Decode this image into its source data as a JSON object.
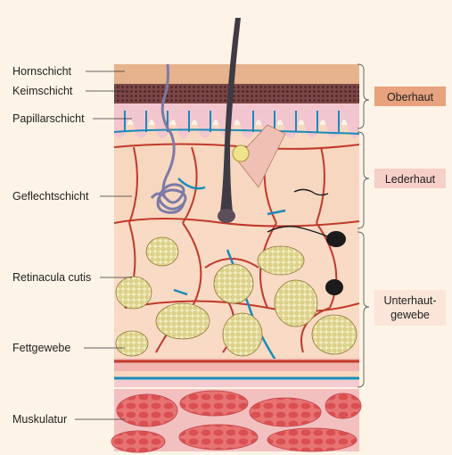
{
  "left_labels": [
    {
      "id": "hornschicht",
      "text": "Hornschicht"
    },
    {
      "id": "keimschicht",
      "text": "Keimschicht"
    },
    {
      "id": "papillarschicht",
      "text": "Papillarschicht"
    },
    {
      "id": "geflechtschicht",
      "text": "Geflechtschicht"
    },
    {
      "id": "retinacula",
      "text": "Retinacula cutis"
    },
    {
      "id": "fettgewebe",
      "text": "Fettgewebe"
    },
    {
      "id": "muskulatur",
      "text": "Muskulatur"
    }
  ],
  "right_labels": {
    "oberhaut": "Oberhaut",
    "lederhaut": "Lederhaut",
    "unterhaut_line1": "Unterhaut-",
    "unterhaut_line2": "gewebe"
  },
  "colors": {
    "background": "#fdf3e6",
    "horn": "#e8b48f",
    "keim": "#6b3a3a",
    "papillar": "#f3c9d0",
    "dermis": "#f7d9c2",
    "fat": "#eee8b0",
    "vessel_red": "#c0392b",
    "vessel_blue": "#1a8ab8",
    "muscle": "#e56b6b",
    "oberhaut_box": "#e8a27d",
    "lederhaut_box": "#f6cfc8",
    "unterhaut_box": "#fbe5d8"
  }
}
